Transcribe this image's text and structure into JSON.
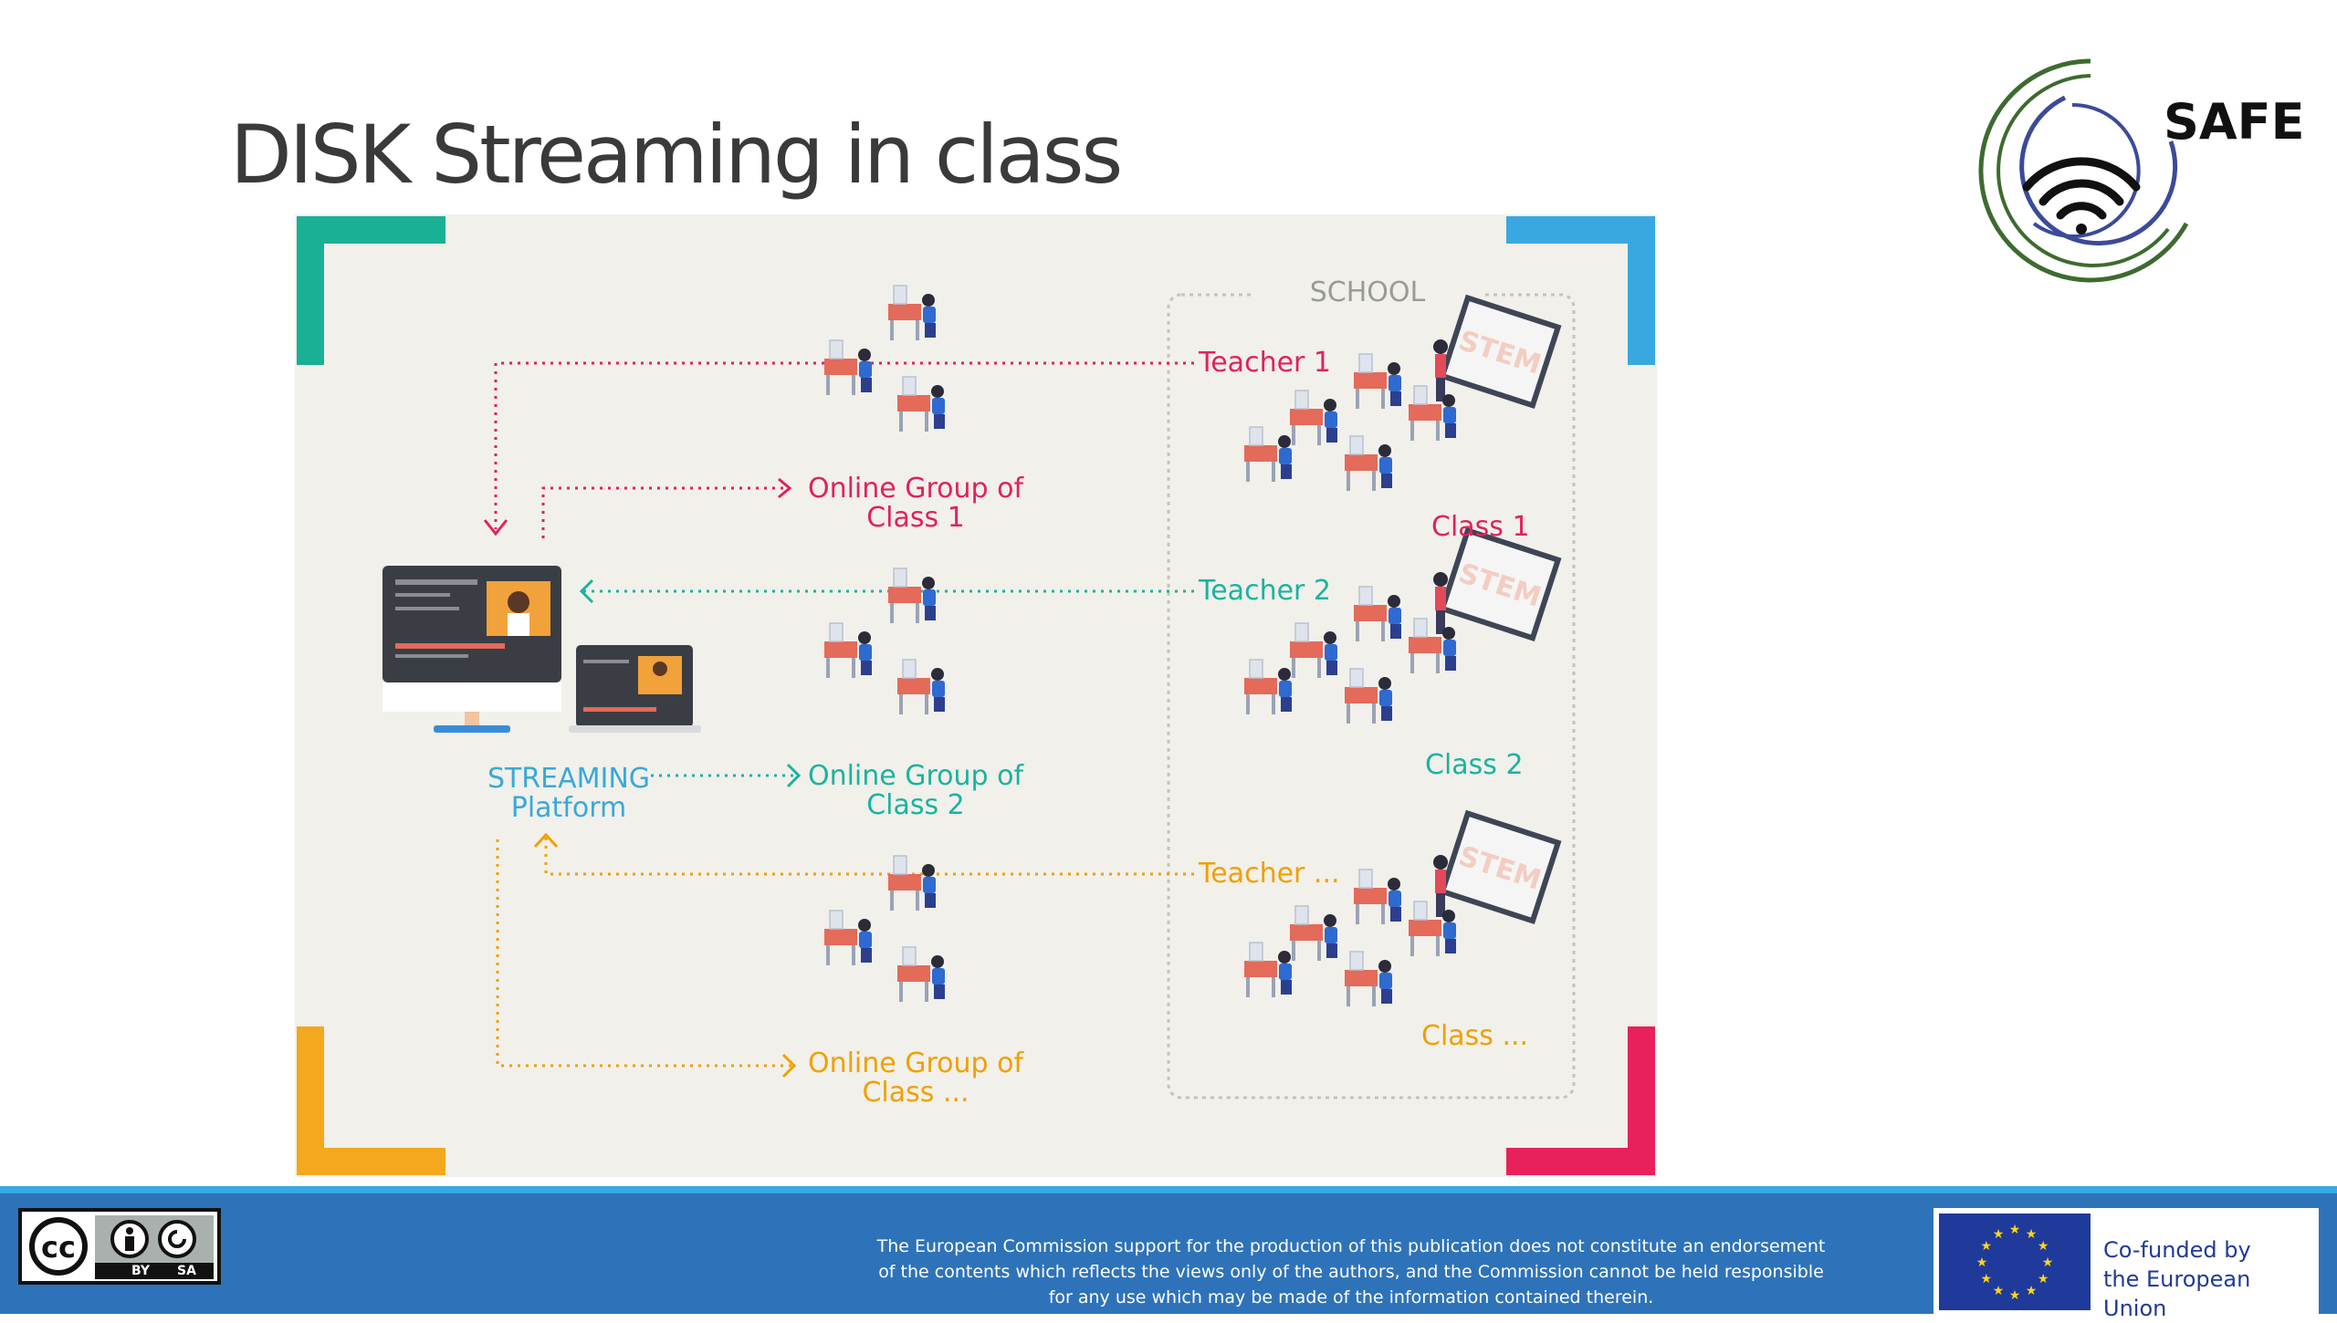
{
  "slide": {
    "title": "DISK Streaming in class"
  },
  "logo": {
    "text": "SAFE",
    "icon": "wifi-icon"
  },
  "diagram": {
    "school_label": "SCHOOL",
    "platform_label_line1": "STREAMING",
    "platform_label_line2": "Platform",
    "groups": [
      {
        "line1": "Online Group of",
        "line2": "Class 1"
      },
      {
        "line1": "Online Group of",
        "line2": "Class 2"
      },
      {
        "line1": "Online Group of",
        "line2": "Class ..."
      }
    ],
    "teachers": [
      "Teacher 1",
      "Teacher 2",
      "Teacher ..."
    ],
    "classes": [
      "Class 1",
      "Class 2",
      "Class ..."
    ],
    "board_text": "STEM",
    "colors": {
      "row1": "#e0225c",
      "row2": "#1ab3a0",
      "row3": "#f0a000",
      "platform": "#38a9d8"
    }
  },
  "footer": {
    "license": {
      "by": "BY",
      "sa": "SA",
      "icon": "creative-commons-icon"
    },
    "disclaimer": [
      "The European Commission support for the production of this publication does not constitute an endorsement",
      "of the contents which reflects the views only of the authors, and the Commission cannot be held responsible",
      "for any use which may be made of the information contained therein."
    ],
    "eu_line1": "Co-funded by",
    "eu_line2": "the European Union"
  }
}
